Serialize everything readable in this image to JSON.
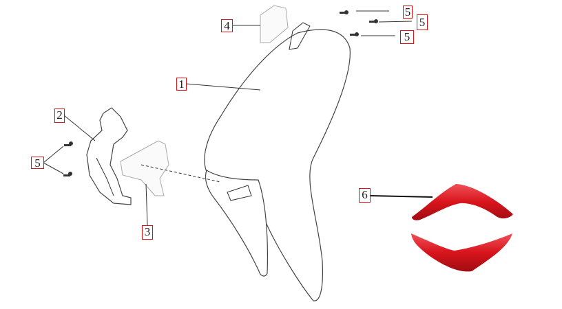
{
  "diagram": {
    "callouts": [
      {
        "id": "1",
        "label": "1",
        "part": "front-panel"
      },
      {
        "id": "2",
        "label": "2",
        "part": "headlight-bracket"
      },
      {
        "id": "3",
        "label": "3",
        "part": "headlight-lens"
      },
      {
        "id": "4",
        "label": "4",
        "part": "clip"
      },
      {
        "id": "5a",
        "label": "5",
        "part": "screw"
      },
      {
        "id": "5b",
        "label": "5",
        "part": "screw"
      },
      {
        "id": "5c",
        "label": "5",
        "part": "screw"
      },
      {
        "id": "5d",
        "label": "5",
        "part": "screw"
      },
      {
        "id": "6",
        "label": "6",
        "part": "red-trim"
      }
    ],
    "colors": {
      "callout_border": "#e01010",
      "trim_red": "#d8141c"
    }
  }
}
